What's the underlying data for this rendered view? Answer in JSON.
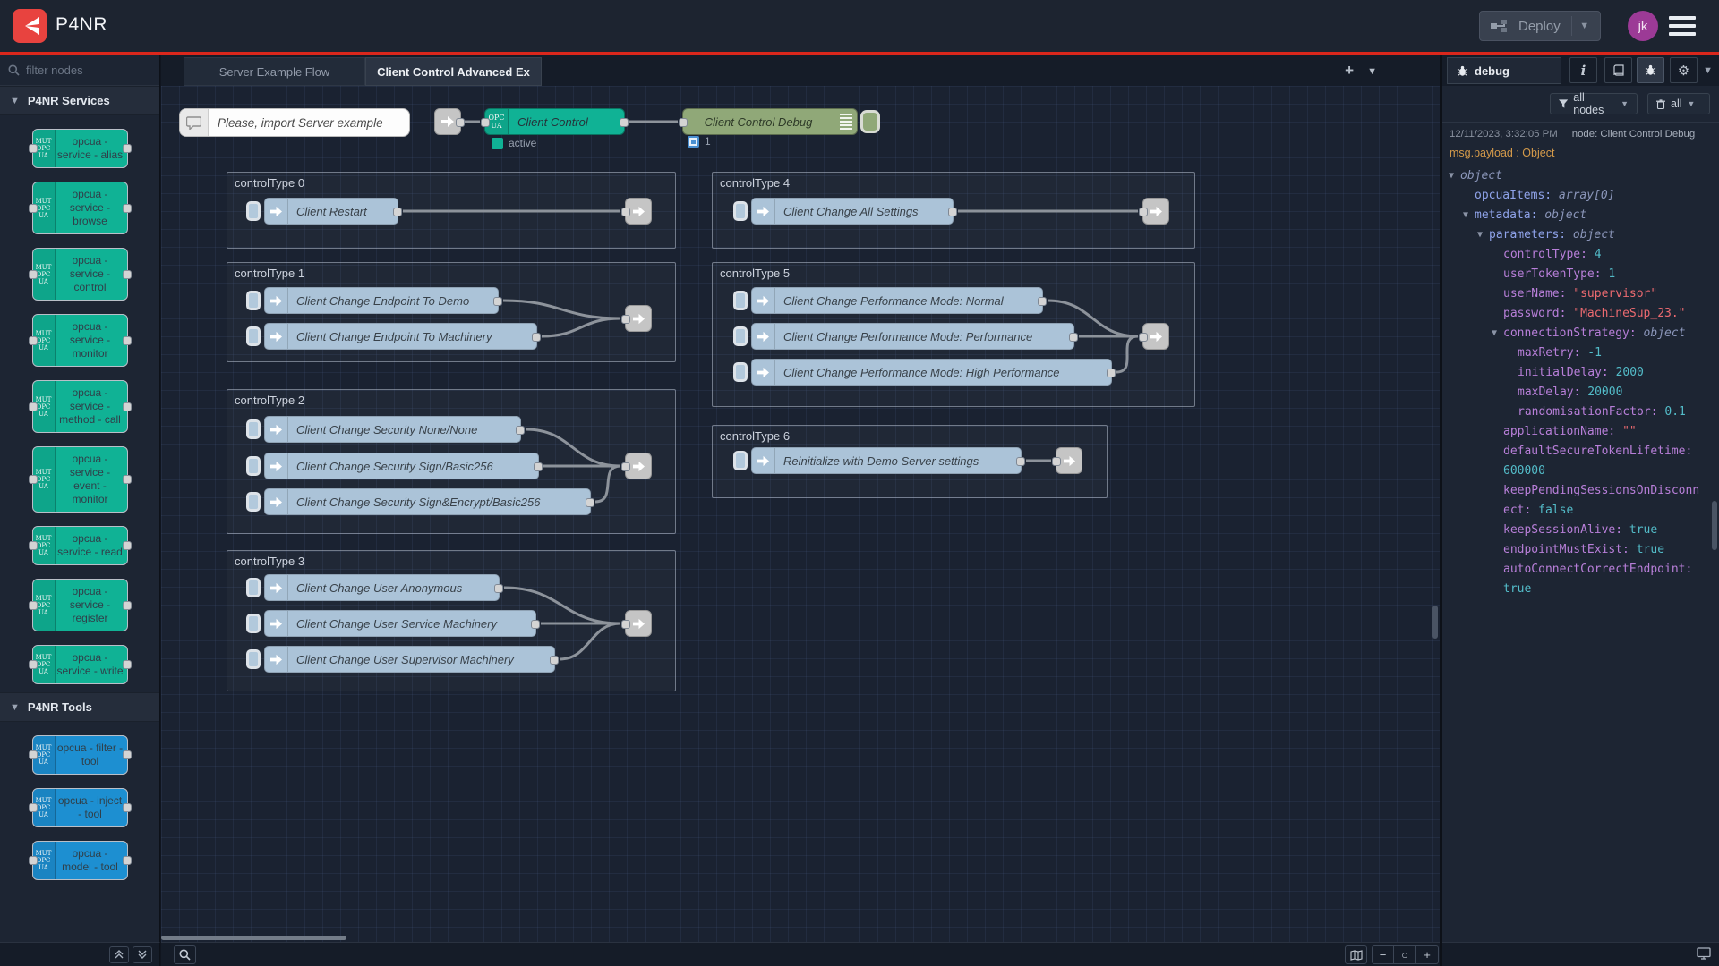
{
  "header": {
    "title": "P4NR",
    "deploy_label": "Deploy",
    "avatar_initials": "jk"
  },
  "colors": {
    "brand_red": "#e8433f",
    "accent_line": "#da271c",
    "node_teal": "#10b295",
    "node_palette_blue": "#1d8fd1",
    "node_inject_blue": "#abc3d8",
    "node_debug_olive": "#90a878",
    "status_blue": "#4a90d2"
  },
  "palette": {
    "search_placeholder": "filter nodes",
    "sections": [
      {
        "title": "P4NR Services",
        "color": "teal",
        "items": [
          "opcua - service - alias",
          "opcua - service - browse",
          "opcua - service - control",
          "opcua - service - monitor",
          "opcua - service - method - call",
          "opcua - service - event - monitor",
          "opcua - service - read",
          "opcua - service - register",
          "opcua - service - write"
        ]
      },
      {
        "title": "P4NR Tools",
        "color": "blue",
        "items": [
          "opcua - filter - tool",
          "opcua - inject - tool",
          "opcua - model - tool"
        ]
      }
    ],
    "badge_lines": [
      "MUT",
      "OPC",
      "UA"
    ]
  },
  "tabs": [
    {
      "label": "Server Example Flow"
    },
    {
      "label": "Client Control Advanced Ex"
    }
  ],
  "canvas": {
    "comment_text": "Please, import Server example",
    "client_control": {
      "label": "Client Control",
      "badge": [
        "OPC",
        "UA"
      ],
      "status": "active"
    },
    "client_control_debug": {
      "label": "Client Control Debug",
      "status": "1"
    },
    "groups": [
      {
        "label": "controlType 0",
        "items": [
          "Client Restart"
        ]
      },
      {
        "label": "controlType 1",
        "items": [
          "Client Change Endpoint To Demo",
          "Client Change Endpoint To Machinery"
        ]
      },
      {
        "label": "controlType 2",
        "items": [
          "Client Change Security None/None",
          "Client Change Security Sign/Basic256",
          "Client Change Security Sign&Encrypt/Basic256"
        ]
      },
      {
        "label": "controlType 3",
        "items": [
          "Client Change User Anonymous",
          "Client Change User Service Machinery",
          "Client Change User Supervisor Machinery"
        ]
      },
      {
        "label": "controlType 4",
        "items": [
          "Client Change All Settings"
        ]
      },
      {
        "label": "controlType 5",
        "items": [
          "Client Change Performance Mode: Normal",
          "Client Change Performance Mode: Performance",
          "Client Change Performance Mode: High Performance"
        ]
      },
      {
        "label": "controlType 6",
        "items": [
          "Reinitialize with Demo Server settings"
        ]
      }
    ]
  },
  "sidebar": {
    "tab_label": "debug",
    "filter_label": "all nodes",
    "clear_label": "all",
    "message": {
      "timestamp": "12/11/2023, 3:32:05 PM",
      "node_ref": "node: Client Control Debug",
      "payload_line": "msg.payload : Object",
      "tree": [
        {
          "level": 0,
          "arrow": true,
          "key": null,
          "keyStyle": null,
          "typeVal": "object"
        },
        {
          "level": 1,
          "arrow": false,
          "key": "opcuaItems",
          "keyStyle": "blue",
          "typeVal": "array[0]"
        },
        {
          "level": 1,
          "arrow": true,
          "key": "metadata",
          "keyStyle": "blue",
          "typeVal": "object"
        },
        {
          "level": 2,
          "arrow": true,
          "key": "parameters",
          "keyStyle": "blue",
          "typeVal": "object"
        },
        {
          "level": 3,
          "arrow": false,
          "key": "controlType",
          "keyStyle": "purple",
          "numVal": "4"
        },
        {
          "level": 3,
          "arrow": false,
          "key": "userTokenType",
          "keyStyle": "purple",
          "numVal": "1"
        },
        {
          "level": 3,
          "arrow": false,
          "key": "userName",
          "keyStyle": "purple",
          "strVal": "\"supervisor\""
        },
        {
          "level": 3,
          "arrow": false,
          "key": "password",
          "keyStyle": "purple",
          "strVal": "\"MachineSup_23.\""
        },
        {
          "level": 3,
          "arrow": true,
          "key": "connectionStrategy",
          "keyStyle": "purple",
          "typeVal": "object"
        },
        {
          "level": 4,
          "arrow": false,
          "key": "maxRetry",
          "keyStyle": "purple",
          "numVal": "-1"
        },
        {
          "level": 4,
          "arrow": false,
          "key": "initialDelay",
          "keyStyle": "purple",
          "numVal": "2000"
        },
        {
          "level": 4,
          "arrow": false,
          "key": "maxDelay",
          "keyStyle": "purple",
          "numVal": "20000"
        },
        {
          "level": 4,
          "arrow": false,
          "key": "randomisationFactor",
          "keyStyle": "purple",
          "numVal": "0.1"
        },
        {
          "level": 3,
          "arrow": false,
          "key": "applicationName",
          "keyStyle": "purple",
          "strVal": "\"\""
        },
        {
          "level": 3,
          "arrow": false,
          "key": "defaultSecureTokenLifetime",
          "keyStyle": "purple",
          "numVal": "600000"
        },
        {
          "level": 3,
          "arrow": false,
          "key": "keepPendingSessionsOnDisconnect",
          "keyStyle": "purple",
          "numVal": "false"
        },
        {
          "level": 3,
          "arrow": false,
          "key": "keepSessionAlive",
          "keyStyle": "purple",
          "numVal": "true"
        },
        {
          "level": 3,
          "arrow": false,
          "key": "endpointMustExist",
          "keyStyle": "purple",
          "numVal": "true"
        },
        {
          "level": 3,
          "arrow": false,
          "key": "autoConnectCorrectEndpoint",
          "keyStyle": "purple",
          "numVal": "true"
        }
      ]
    }
  }
}
